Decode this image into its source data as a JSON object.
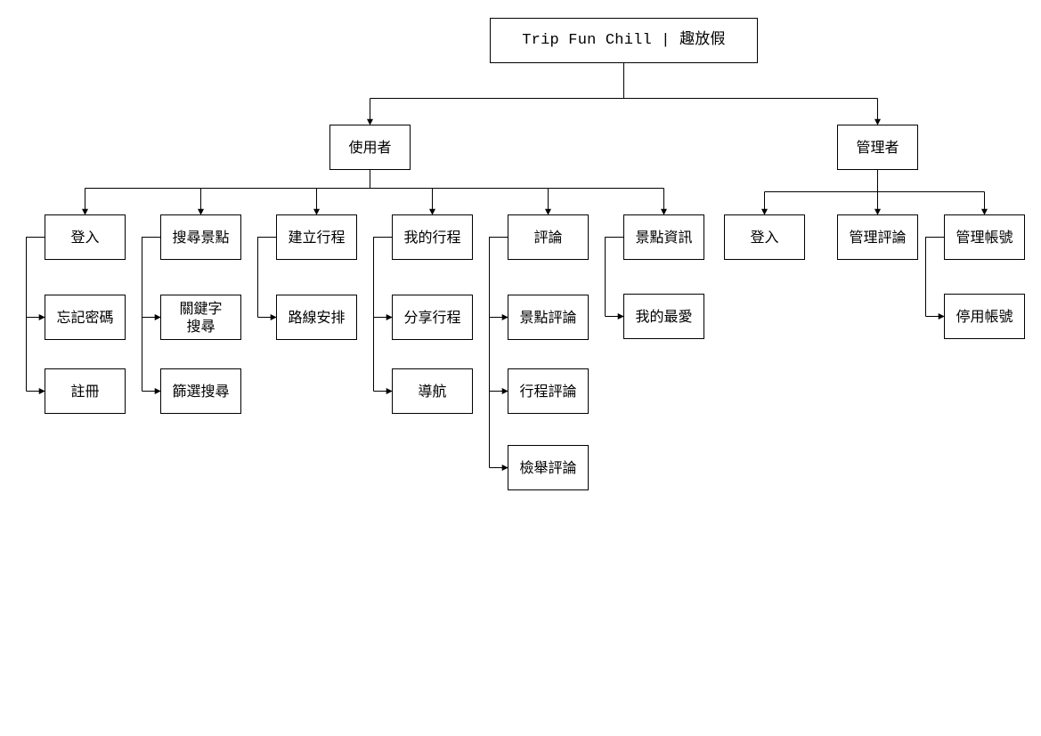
{
  "root": "Trip Fun Chill | 趣放假",
  "roles": {
    "user": "使用者",
    "admin": "管理者"
  },
  "user": {
    "login": {
      "label": "登入",
      "children": [
        "忘記密碼",
        "註冊"
      ]
    },
    "search": {
      "label": "搜尋景點",
      "children": [
        "關鍵字\n搜尋",
        "篩選搜尋"
      ]
    },
    "build": {
      "label": "建立行程",
      "children": [
        "路線安排"
      ]
    },
    "mytrip": {
      "label": "我的行程",
      "children": [
        "分享行程",
        "導航"
      ]
    },
    "review": {
      "label": "評論",
      "children": [
        "景點評論",
        "行程評論",
        "檢舉評論"
      ]
    },
    "info": {
      "label": "景點資訊",
      "children": [
        "我的最愛"
      ]
    }
  },
  "admin": {
    "login": {
      "label": "登入"
    },
    "manage_reviews": {
      "label": "管理評論"
    },
    "manage_accounts": {
      "label": "管理帳號",
      "children": [
        "停用帳號"
      ]
    }
  }
}
